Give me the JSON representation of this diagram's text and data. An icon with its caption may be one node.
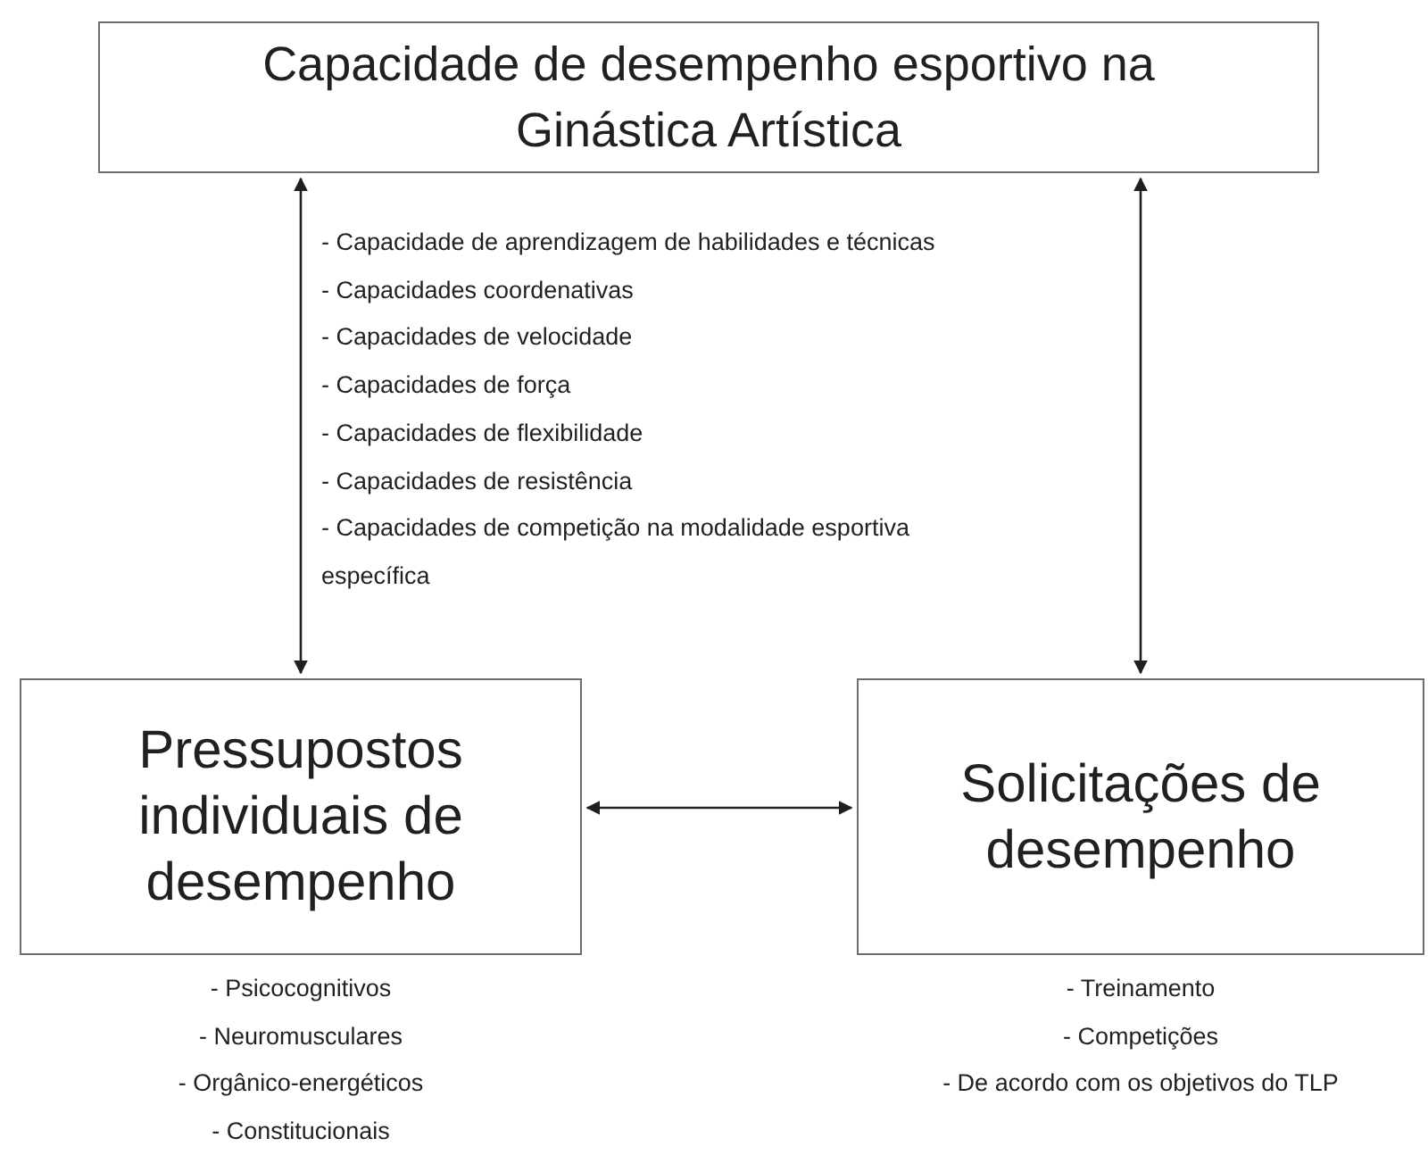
{
  "diagram": {
    "nodes": [
      {
        "text": [
          "Capacidade de desempenho esportivo na Ginástica Artística"
        ]
      },
      {
        "text": [
          "Pressupostos individuais de desempenho"
        ],
        "beside": [
          "- Psicocognitivos",
          "- Neuromusculares",
          "- Orgânico-energéticos",
          "- Constitucionais"
        ]
      },
      {
        "text": [
          "Solicitações de desempenho"
        ],
        "beside": [
          "- Treinamento",
          "- Competições",
          "- De acordo com os objetivos do TLP"
        ]
      }
    ],
    "edges": [
      {
        "from": 1,
        "to": 0,
        "arrow": "both"
      },
      {
        "from": 2,
        "to": 0,
        "arrow": "both"
      },
      {
        "from": 1,
        "to": 2,
        "arrow": "both"
      }
    ],
    "labels": [
      "- Capacidade de aprendizagem de habilidades e técnicas",
      "- Capacidades coordenativas",
      "- Capacidades de velocidade",
      "- Capacidades de força",
      "- Capacidades de flexibilidade",
      "- Capacidades de resistência",
      "- Capacidades de competição na modalidade esportiva específica"
    ]
  }
}
